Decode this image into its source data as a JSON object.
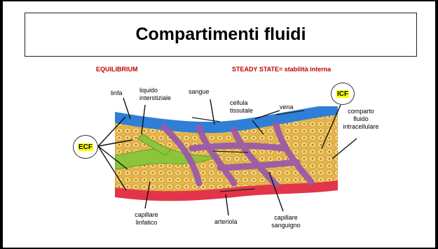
{
  "title": "Compartimenti fluidi",
  "equilibrium": "EQUILIBRIUM",
  "steady_state": "STEADY STATE= stabilità interna",
  "labels": {
    "linfa": "linfa",
    "liquido_interstiziale": "liquido\ninterstiziale",
    "sangue": "sangue",
    "cellula_tissutale": "cellula\ntissutale",
    "vena": "vena",
    "icf": "ICF",
    "comparto": "comparto\nfluido\nintracellulare",
    "ecf": "ECF",
    "capillare_linfatico": "capillare\nlinfatico",
    "arteriola": "arteriola",
    "capillare_sanguigno": "capillare\nsanguigno"
  },
  "colors": {
    "vein": "#2f7fd6",
    "artery": "#e2354a",
    "lymph": "#8cc43c",
    "capillary": "#9a5aa8",
    "tissue": "#e9c46a",
    "title_accent": "#c00000",
    "highlight": "#ffff00"
  }
}
